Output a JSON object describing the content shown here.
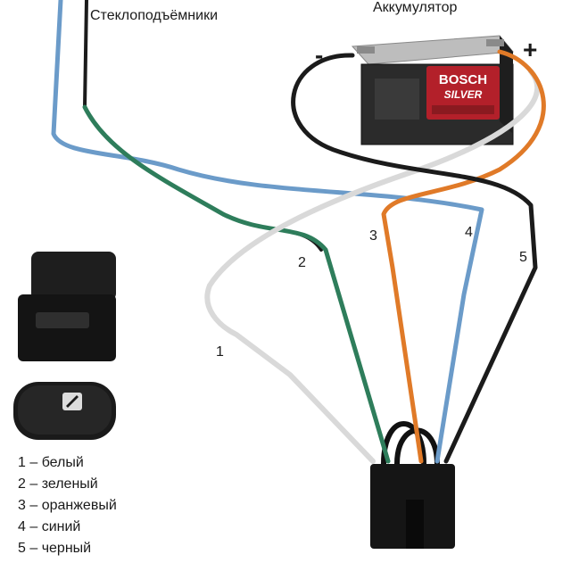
{
  "labels": {
    "window_lifters": "Стеклоподъёмники",
    "battery": "Аккумулятор",
    "minus": "-",
    "plus": "+"
  },
  "battery_brand": {
    "brand": "BOSCH",
    "model": "SILVER"
  },
  "wire_numbers": [
    "1",
    "2",
    "3",
    "4",
    "5"
  ],
  "legend": [
    "1 – белый",
    "2 – зеленый",
    "3 – оранжевый",
    "4 – синий",
    "5 – черный"
  ],
  "colors": {
    "white_wire": "#d9d9d9",
    "green_wire": "#2e7d5b",
    "orange_wire": "#e07a28",
    "blue_wire": "#6b9bc9",
    "black_wire": "#1b1b1b",
    "battery_label": "#b3202a"
  }
}
